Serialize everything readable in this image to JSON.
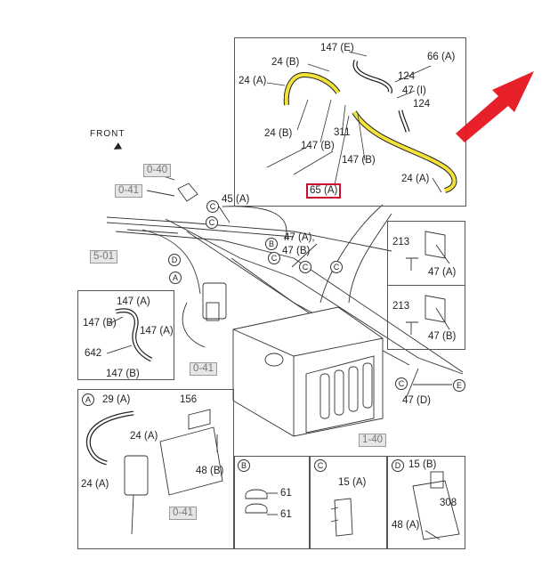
{
  "front_label": "FRONT",
  "refs": {
    "r0_40": "0-40",
    "r0_41a": "0-41",
    "r5_01": "5-01",
    "r0_41b": "0-41",
    "r1_40": "1-40",
    "r0_41c": "0-41"
  },
  "detail": {
    "p147e": "147 (E)",
    "p24b_top": "24 (B)",
    "p66a": "66 (A)",
    "p24a_left": "24 (A)",
    "p124_top": "124",
    "p47i": "47 (I)",
    "p124_mid": "124",
    "p24b_left": "24 (B)",
    "p311": "311",
    "p147b_a": "147 (B)",
    "p147b_b": "147 (B)",
    "p65a": "65 (A)",
    "p24a_right": "24 (A)"
  },
  "main": {
    "p45a": "45 (A)",
    "p47a_main": "47 (A),",
    "p47b_main": "47 (B)",
    "p47d": "47 (D)"
  },
  "circles": {
    "a": "A",
    "b": "B",
    "c": "C",
    "d": "D",
    "e": "E"
  },
  "box_bracket_a": {
    "p213": "213",
    "p47a": "47 (A)"
  },
  "box_bracket_b": {
    "p213": "213",
    "p47b": "47 (B)"
  },
  "box_hose": {
    "p147a_top": "147 (A)",
    "p147b_left": "147 (B)",
    "p147a_mid": "147 (A)",
    "p642": "642",
    "p147b_bot": "147 (B)"
  },
  "box_A": {
    "title": "A",
    "p29a": "29 (A)",
    "p156": "156",
    "p24a_mid": "24 (A)",
    "p24a_bot": "24 (A)",
    "p48b": "48 (B)"
  },
  "box_B": {
    "title": "B",
    "p61a": "61",
    "p61b": "61"
  },
  "box_C": {
    "title": "C",
    "p15a": "15 (A)"
  },
  "box_D": {
    "title": "D",
    "p15b": "15 (B)",
    "p308": "308",
    "p48a": "48 (A)"
  },
  "colors": {
    "highlight_pipe": "#f2e23a",
    "callout_red": "#c8102e",
    "arrow_red": "#e8202a"
  }
}
